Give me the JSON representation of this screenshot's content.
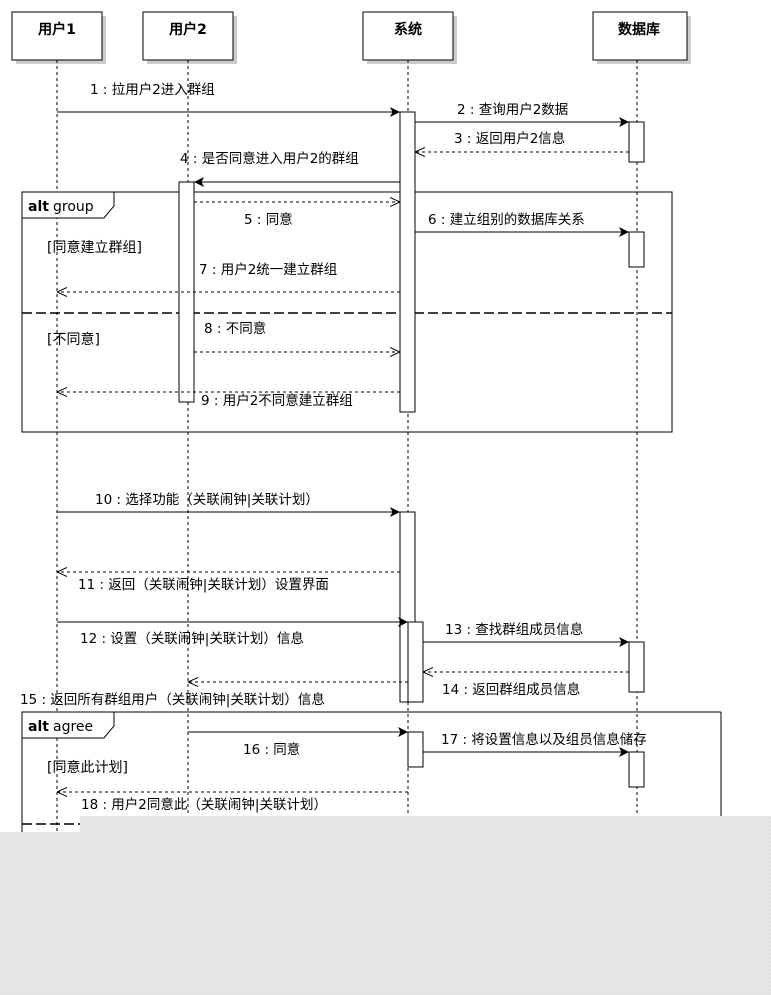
{
  "participants": {
    "user1": "用户1",
    "user2": "用户2",
    "system": "系统",
    "database": "数据库"
  },
  "messages": {
    "m1": "1 : 拉用户2进入群组",
    "m2": "2 : 查询用户2数据",
    "m3": "3 : 返回用户2信息",
    "m4": "4 : 是否同意进入用户2的群组",
    "m5": "5 : 同意",
    "m6": "6 : 建立组别的数据库关系",
    "m7": "7 : 用户2统一建立群组",
    "m8": "8 : 不同意",
    "m9": "9 : 用户2不同意建立群组",
    "m10": "10 : 选择功能（关联闹钟|关联计划）",
    "m11": "11 : 返回（关联闹钟|关联计划）设置界面",
    "m12": "12 : 设置（关联闹钟|关联计划）信息",
    "m13": "13 : 查找群组成员信息",
    "m14": "14 : 返回群组成员信息",
    "m15": "15 : 返回所有群组用户（关联闹钟|关联计划）信息",
    "m16": "16 : 同意",
    "m17": "17 : 将设置信息以及组员信息储存",
    "m18": "18 : 用户2同意此（关联闹钟|关联计划）"
  },
  "frames": {
    "group": {
      "keyword": "alt",
      "name": "group",
      "guard1": "[同意建立群组]",
      "guard2": "[不同意]"
    },
    "agree": {
      "keyword": "alt",
      "name": "agree",
      "guard1": "[同意此计划]"
    }
  },
  "colors": {
    "line": "#000000",
    "placeholder": "#e3e3e3",
    "shadow": "#cccccc"
  }
}
